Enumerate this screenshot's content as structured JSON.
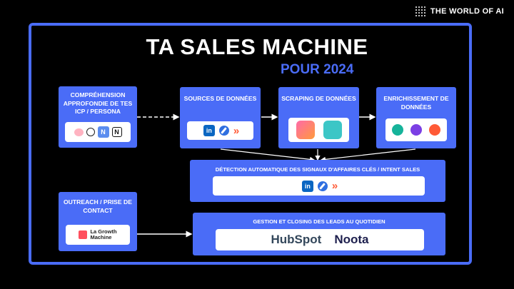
{
  "brand": {
    "name": "THE WORLD OF AI"
  },
  "title": "TA SALES MACHINE",
  "subtitle": "POUR 2024",
  "boxes": {
    "persona": {
      "label": "COMPRÉHENSION APPROFONDIE DE TES ICP / PERSONA",
      "icons": [
        "brain-icon",
        "chatgpt-icon",
        "hubspot-n-icon",
        "notion-icon"
      ]
    },
    "sources": {
      "label": "SOURCES DE DONNÉES",
      "icons": [
        "linkedin-icon",
        "compass-icon",
        "chevrons-icon"
      ]
    },
    "scraping": {
      "label": "SCRAPING DE DONNÉES",
      "icons": [
        "scraper-pink-icon",
        "scraper-teal-icon"
      ]
    },
    "enrichment": {
      "label": "ENRICHISSEMENT DE DONNÉES",
      "icons": [
        "dropcontact-icon",
        "kaspr-icon",
        "lusha-icon"
      ]
    },
    "detection": {
      "label": "DÉTECTION AUTOMATIQUE DES SIGNAUX D'AFFAIRES CLÉS / INTENT SALES",
      "icons": [
        "linkedin-icon",
        "compass-icon",
        "chevrons-icon"
      ]
    },
    "outreach": {
      "label": "OUTREACH / PRISE DE CONTACT",
      "logo_line1": "La Growth",
      "logo_line2": "Machine"
    },
    "closing": {
      "label": "GESTION ET CLOSING DES LEADS AU QUOTIDIEN",
      "logo_hubspot": "HubSpot",
      "logo_noota": "Noota"
    }
  },
  "colors": {
    "accent": "#4a6cf7",
    "background": "#000000"
  },
  "icon_text": {
    "linkedin": "in"
  }
}
